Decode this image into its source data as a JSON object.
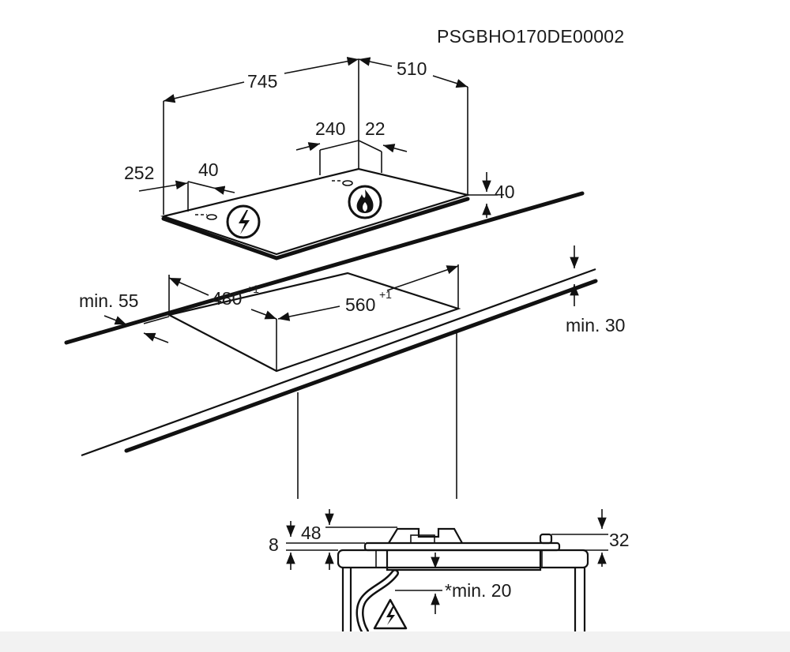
{
  "diagram": {
    "code": "PSGBHO170DE00002",
    "dims": {
      "width": "745",
      "depth": "510",
      "d240": "240",
      "d22": "22",
      "d252": "252",
      "d40a": "40",
      "d40b": "40",
      "cutout_w": "480",
      "cutout_w_tol": "+1",
      "cutout_d": "560",
      "cutout_d_tol": "+1",
      "min55": "min. 55",
      "min30": "min. 30",
      "d8": "8",
      "d48": "48",
      "d32": "32",
      "min20": "*min. 20"
    },
    "icons": [
      "electric-symbol-icon",
      "gas-flame-icon",
      "electric-warning-icon"
    ]
  }
}
